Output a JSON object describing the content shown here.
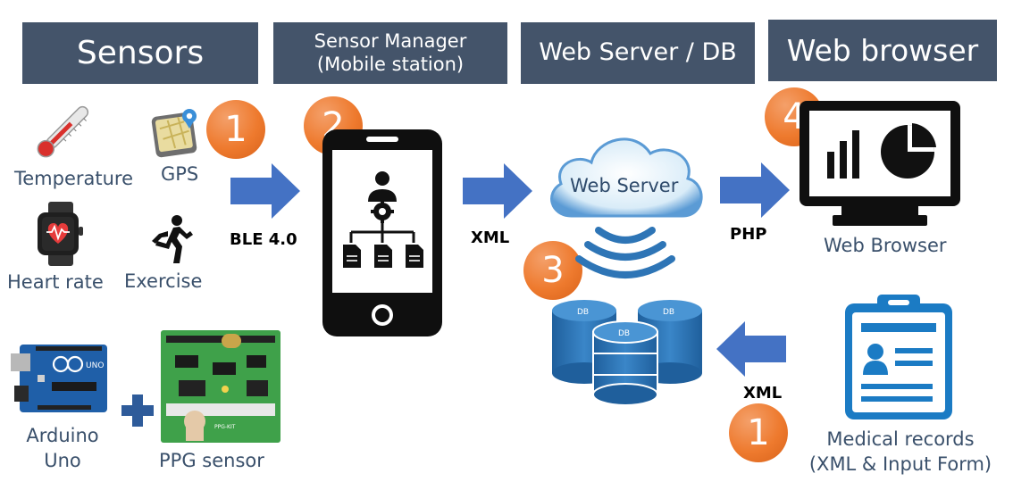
{
  "headers": {
    "sensors": "Sensors",
    "sensor_manager_line1": "Sensor Manager",
    "sensor_manager_line2": "(Mobile station)",
    "web_server_db": "Web Server / DB",
    "web_browser": "Web browser"
  },
  "sensors": {
    "temperature": "Temperature",
    "gps": "GPS",
    "heart_rate": "Heart rate",
    "exercise": "Exercise"
  },
  "hardware": {
    "arduino_line1": "Arduino",
    "arduino_line2": "Uno",
    "ppg_sensor": "PPG sensor"
  },
  "connections": {
    "ble": "BLE 4.0",
    "xml_top": "XML",
    "php": "PHP",
    "xml_bottom": "XML"
  },
  "steps": {
    "step1": "1",
    "step2": "2",
    "step3": "3",
    "step4": "4",
    "step1_bottom": "1"
  },
  "web_server_label": "Web Server",
  "db_label": "DB",
  "web_browser_label": "Web Browser",
  "medical_records_line1": "Medical records",
  "medical_records_line2": "(XML & Input Form)",
  "colors": {
    "header_bg": "#44546a",
    "arrow_blue": "#4472c4",
    "step_orange": "#ee7a2e",
    "db_blue": "#2e75b6",
    "cloud_blue": "#5b9bd5",
    "label_text": "#3a506b"
  },
  "icons": {
    "temperature": "thermometer-icon",
    "gps": "gps-map-icon",
    "heart_rate": "smartwatch-heart-icon",
    "exercise": "runner-icon",
    "mobile": "mobile-phone-icon",
    "cloud": "cloud-icon",
    "wifi": "wireless-signal-icon",
    "database": "database-icon",
    "monitor": "monitor-chart-icon",
    "clipboard": "clipboard-profile-icon",
    "arduino": "arduino-board-icon",
    "ppg": "ppg-board-icon",
    "plus": "plus-icon"
  }
}
